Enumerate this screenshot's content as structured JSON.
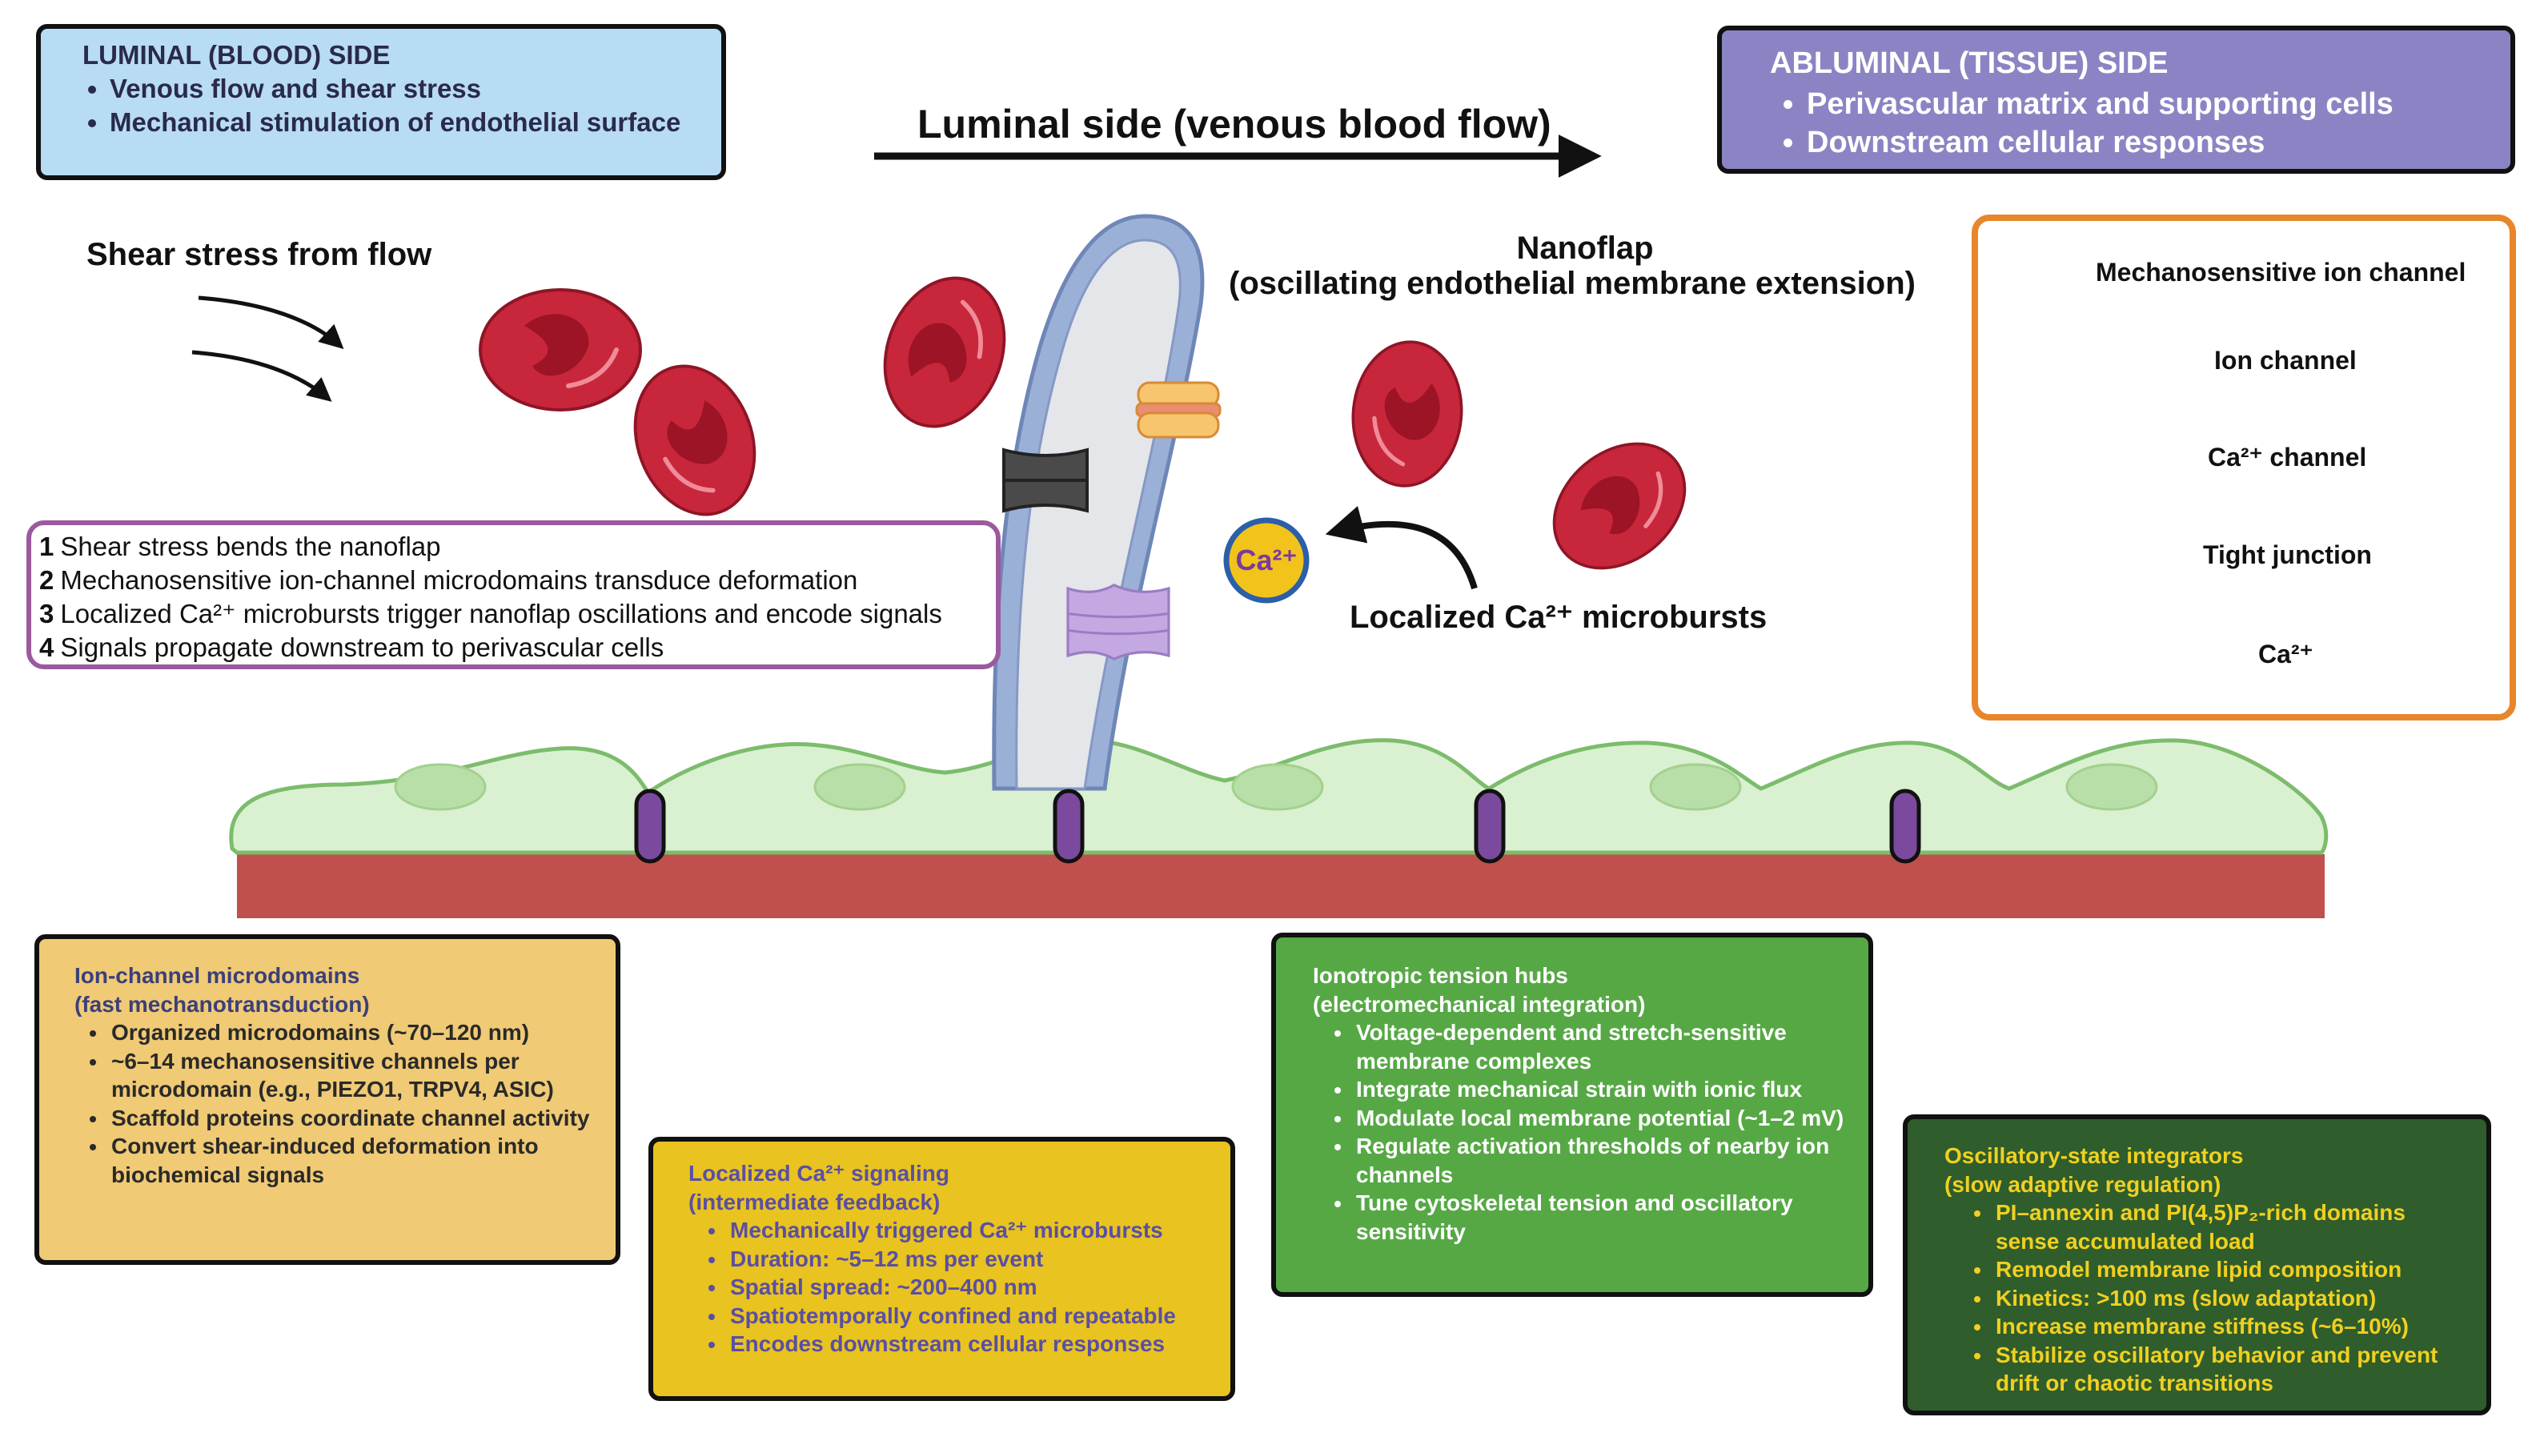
{
  "luminal_box": {
    "title": "LUMINAL (BLOOD) SIDE",
    "items": [
      "Venous flow and shear stress",
      "Mechanical stimulation of endothelial surface"
    ]
  },
  "abluminal_box": {
    "title": "ABLUMINAL (TISSUE) SIDE",
    "items": [
      "Perivascular matrix and supporting cells",
      "Downstream cellular responses"
    ]
  },
  "flow_label": "Luminal side (venous blood flow)",
  "shear_label": "Shear stress from flow",
  "nanoflap_title": "Nanoflap",
  "nanoflap_subtitle": "(oscillating endothelial membrane extension)",
  "microburst_label": "Localized Ca²⁺ microbursts",
  "ca_symbol": "Ca²⁺",
  "legend": [
    {
      "label": "Mechanosensitive ion channel",
      "icon": "mechanosensitive-channel-icon"
    },
    {
      "label": "Ion channel",
      "icon": "ion-channel-icon"
    },
    {
      "label": "Ca²⁺ channel",
      "icon": "calcium-channel-icon"
    },
    {
      "label": "Tight junction",
      "icon": "tight-junction-icon"
    },
    {
      "label": "Ca²⁺",
      "icon": "calcium-ion-icon"
    }
  ],
  "steps": [
    {
      "num": "1",
      "text": "Shear stress bends the nanoflap"
    },
    {
      "num": "2",
      "text": "Mechanosensitive ion-channel microdomains transduce deformation"
    },
    {
      "num": "3",
      "text": "Localized Ca²⁺ microbursts trigger nanoflap oscillations and encode signals"
    },
    {
      "num": "4",
      "text": "Signals propagate downstream to perivascular cells"
    }
  ],
  "info_boxes": {
    "ion_channel": {
      "title": "Ion-channel microdomains\n(fast mechanotransduction)",
      "items": [
        "Organized microdomains (~70–120 nm)",
        "~6–14 mechanosensitive channels per microdomain (e.g., PIEZO1, TRPV4, ASIC)",
        "Scaffold proteins coordinate channel activity",
        "Convert shear-induced deformation into biochemical signals"
      ]
    },
    "ca_signaling": {
      "title": "Localized Ca²⁺ signaling\n(intermediate feedback)",
      "items": [
        "Mechanically triggered Ca²⁺ microbursts",
        "Duration: ~5–12 ms per event",
        "Spatial spread: ~200–400 nm",
        "Spatiotemporally confined and repeatable",
        "Encodes downstream cellular responses"
      ]
    },
    "tension_hubs": {
      "title": "Ionotropic tension hubs\n(electromechanical integration)",
      "items": [
        "Voltage-dependent and stretch-sensitive membrane complexes",
        "Integrate mechanical strain with ionic flux",
        "Modulate local membrane potential (~1–2 mV)",
        "Regulate activation thresholds of nearby ion channels",
        "Tune cytoskeletal tension and oscillatory sensitivity"
      ]
    },
    "oscillatory": {
      "title": "Oscillatory-state integrators\n(slow adaptive regulation)",
      "items": [
        "PI–annexin and PI(4,5)P₂-rich domains sense accumulated load",
        "Remodel membrane lipid composition",
        "Kinetics: >100 ms (slow adaptation)",
        "Increase membrane stiffness (~6–10%)",
        "Stabilize oscillatory behavior and prevent drift or chaotic transitions"
      ]
    }
  },
  "colors": {
    "luminal_bg": "#b8dcf3",
    "abluminal_bg": "#8b84c4",
    "legend_border": "#e8862c",
    "steps_border": "#9b5a9e",
    "ion_box_bg": "#f0ca74",
    "ca_box_bg": "#e9c31f",
    "ca_box_text": "#5a4fa3",
    "tension_bg": "#56a845",
    "oscillatory_bg": "#2f5d2c",
    "oscillatory_text": "#f0d020",
    "rbc": "#c8263b",
    "basement": "#c0504d",
    "cell_fill": "#d9f0d1",
    "cell_stroke": "#7cbc6c",
    "tight_junction": "#7b4a9e"
  }
}
